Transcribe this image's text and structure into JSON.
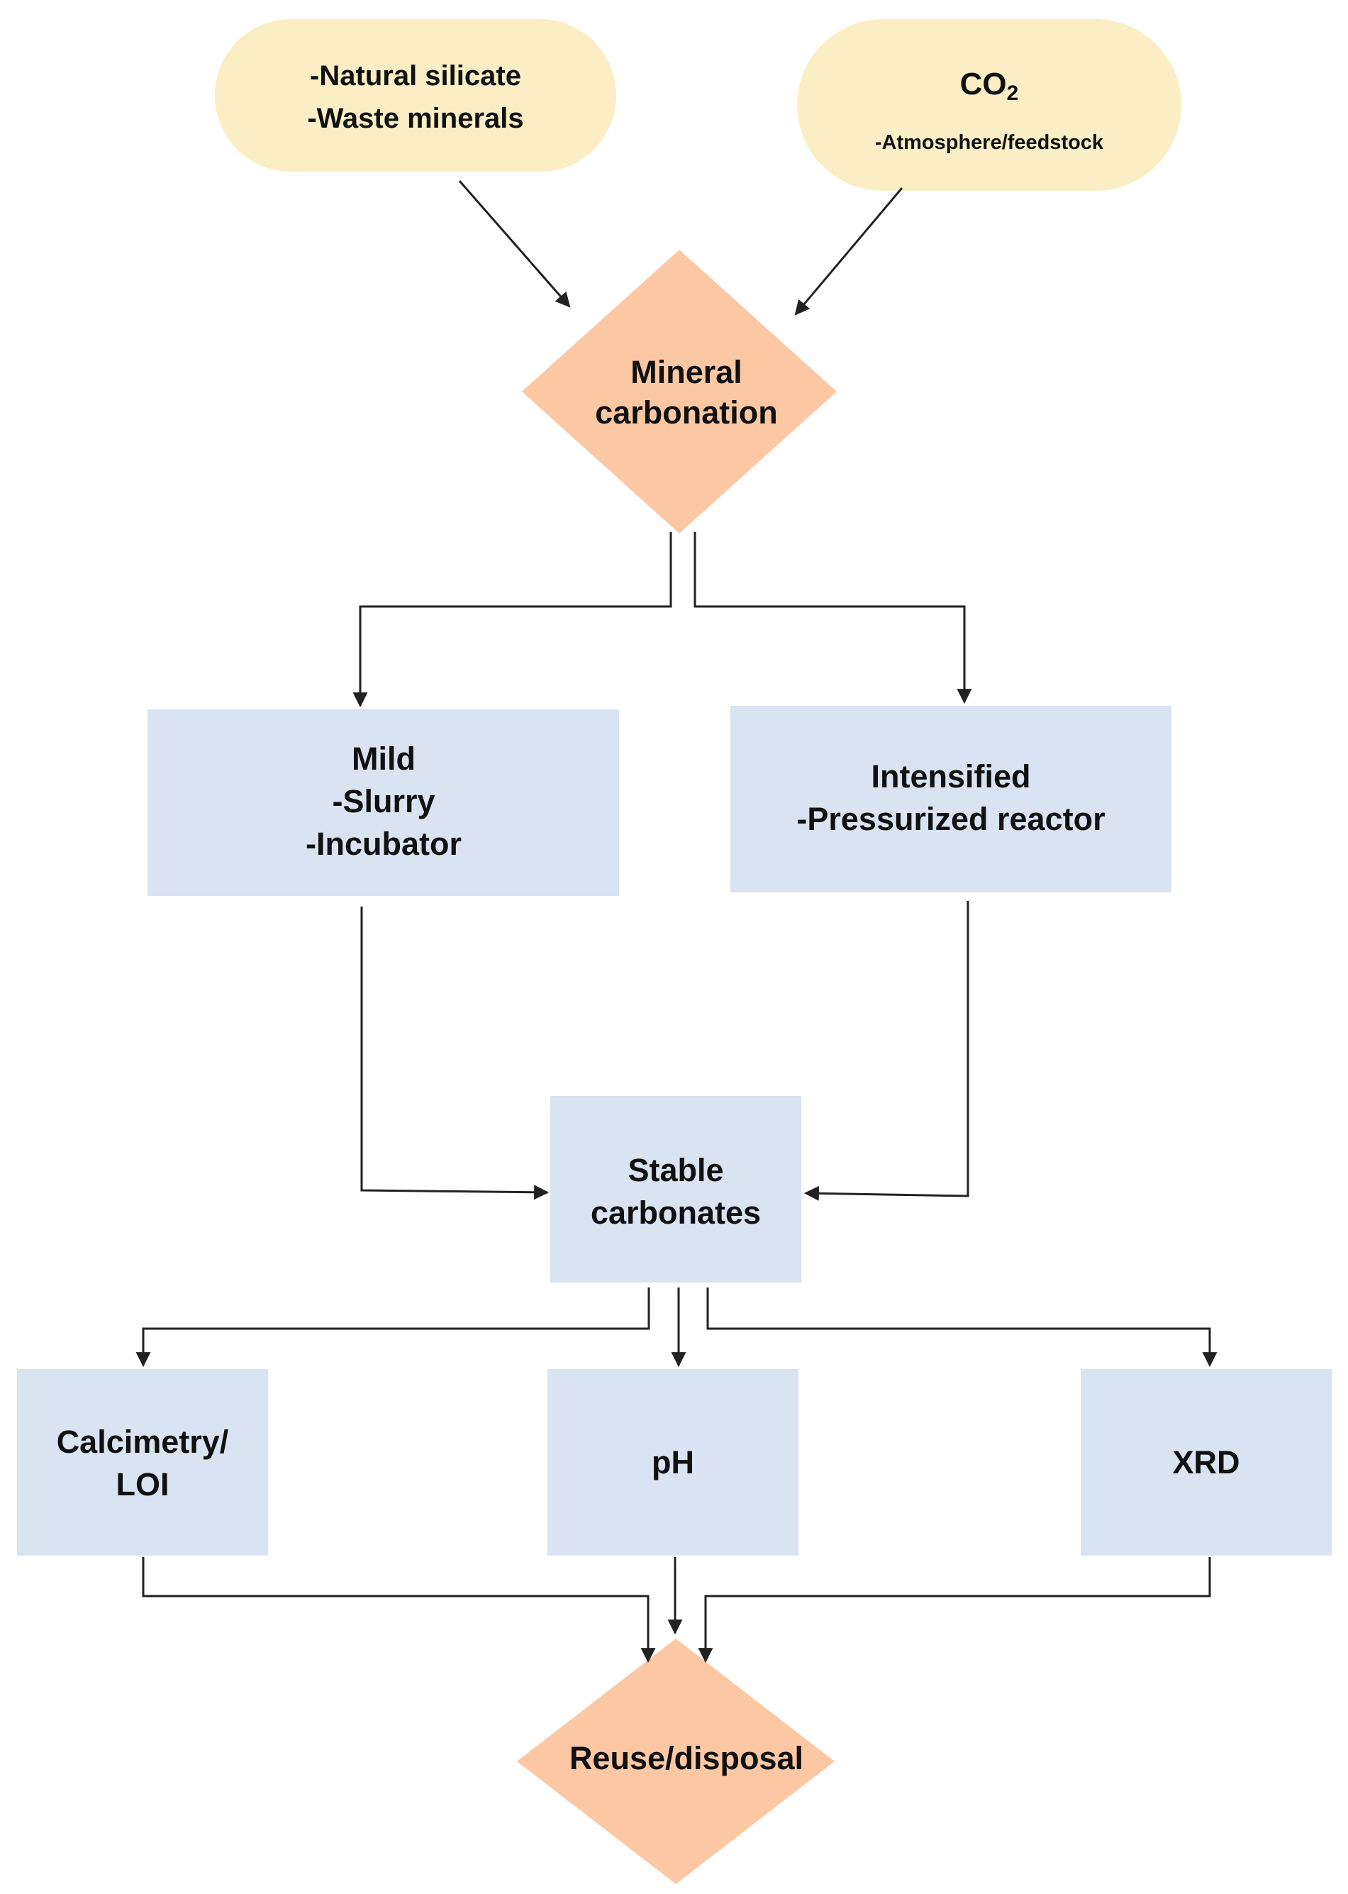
{
  "colors": {
    "input_fill": "#fbeec4",
    "decision_fill": "#fcc8a4",
    "process_fill": "#d9e3f1",
    "line": "#222222",
    "text": "#111111"
  },
  "nodes": {
    "silicate": {
      "line1": "-Natural silicate",
      "line2": "-Waste minerals"
    },
    "co2": {
      "title_main": "CO",
      "title_sub": "2",
      "subtitle": "-Atmosphere/feedstock"
    },
    "mineral_carbonation": {
      "line1": "Mineral",
      "line2": "carbonation"
    },
    "mild": {
      "line1": "Mild",
      "line2": "-Slurry",
      "line3": "-Incubator"
    },
    "intensified": {
      "line1": "Intensified",
      "line2": "-Pressurized reactor"
    },
    "stable_carbonates": {
      "line1": "Stable",
      "line2": "carbonates"
    },
    "calcimetry": {
      "line1": "Calcimetry/",
      "line2": "LOI"
    },
    "ph": {
      "label": "pH"
    },
    "xrd": {
      "label": "XRD"
    },
    "reuse": {
      "label": "Reuse/disposal"
    }
  }
}
